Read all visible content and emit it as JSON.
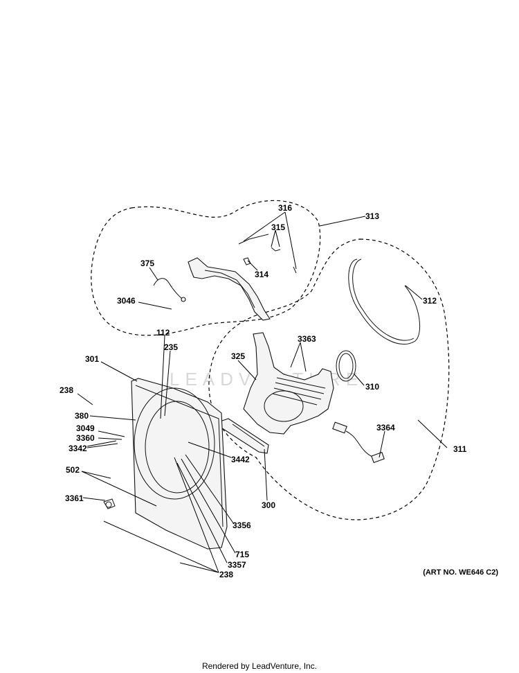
{
  "watermark": "LEADVENTURE",
  "art_number": "(ART NO. WE646 C2)",
  "footer": "Rendered by LeadVenture, Inc.",
  "labels": [
    "316",
    "315",
    "313",
    "375",
    "314",
    "3046",
    "312",
    "112",
    "3363",
    "235",
    "301",
    "325",
    "310",
    "238",
    "380",
    "3049",
    "3360",
    "3342",
    "3364",
    "311",
    "3442",
    "502",
    "300",
    "3361",
    "3356",
    "715",
    "3357",
    "238"
  ]
}
